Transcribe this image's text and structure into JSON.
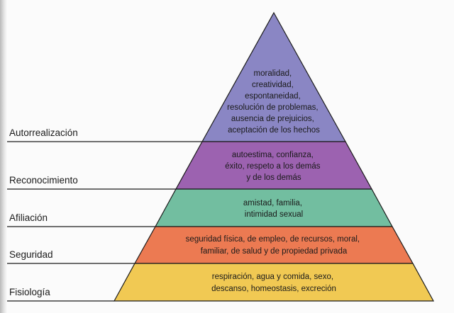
{
  "levels": [
    {
      "name": "Autorrealización",
      "color": "#8a86c4",
      "lines": [
        "moralidad,",
        "creatividad,",
        "espontaneidad,",
        "resolución de problemas,",
        "ausencia de prejuicios,",
        "aceptación de los hechos"
      ]
    },
    {
      "name": "Reconocimiento",
      "color": "#9c62b0",
      "lines": [
        "autoestima, confianza,",
        "éxito, respeto a los demás",
        "y de los demás"
      ]
    },
    {
      "name": "Afiliación",
      "color": "#72bea0",
      "lines": [
        "amistad, familia,",
        "intimidad sexual"
      ]
    },
    {
      "name": "Seguridad",
      "color": "#ec7a52",
      "lines": [
        "seguridad física, de empleo, de recursos, moral,",
        "familiar, de salud y de propiedad privada"
      ]
    },
    {
      "name": "Fisiología",
      "color": "#f1c953",
      "lines": [
        "respiración, agua y comida, sexo,",
        "descanso, homeostasis, excreción"
      ]
    }
  ]
}
